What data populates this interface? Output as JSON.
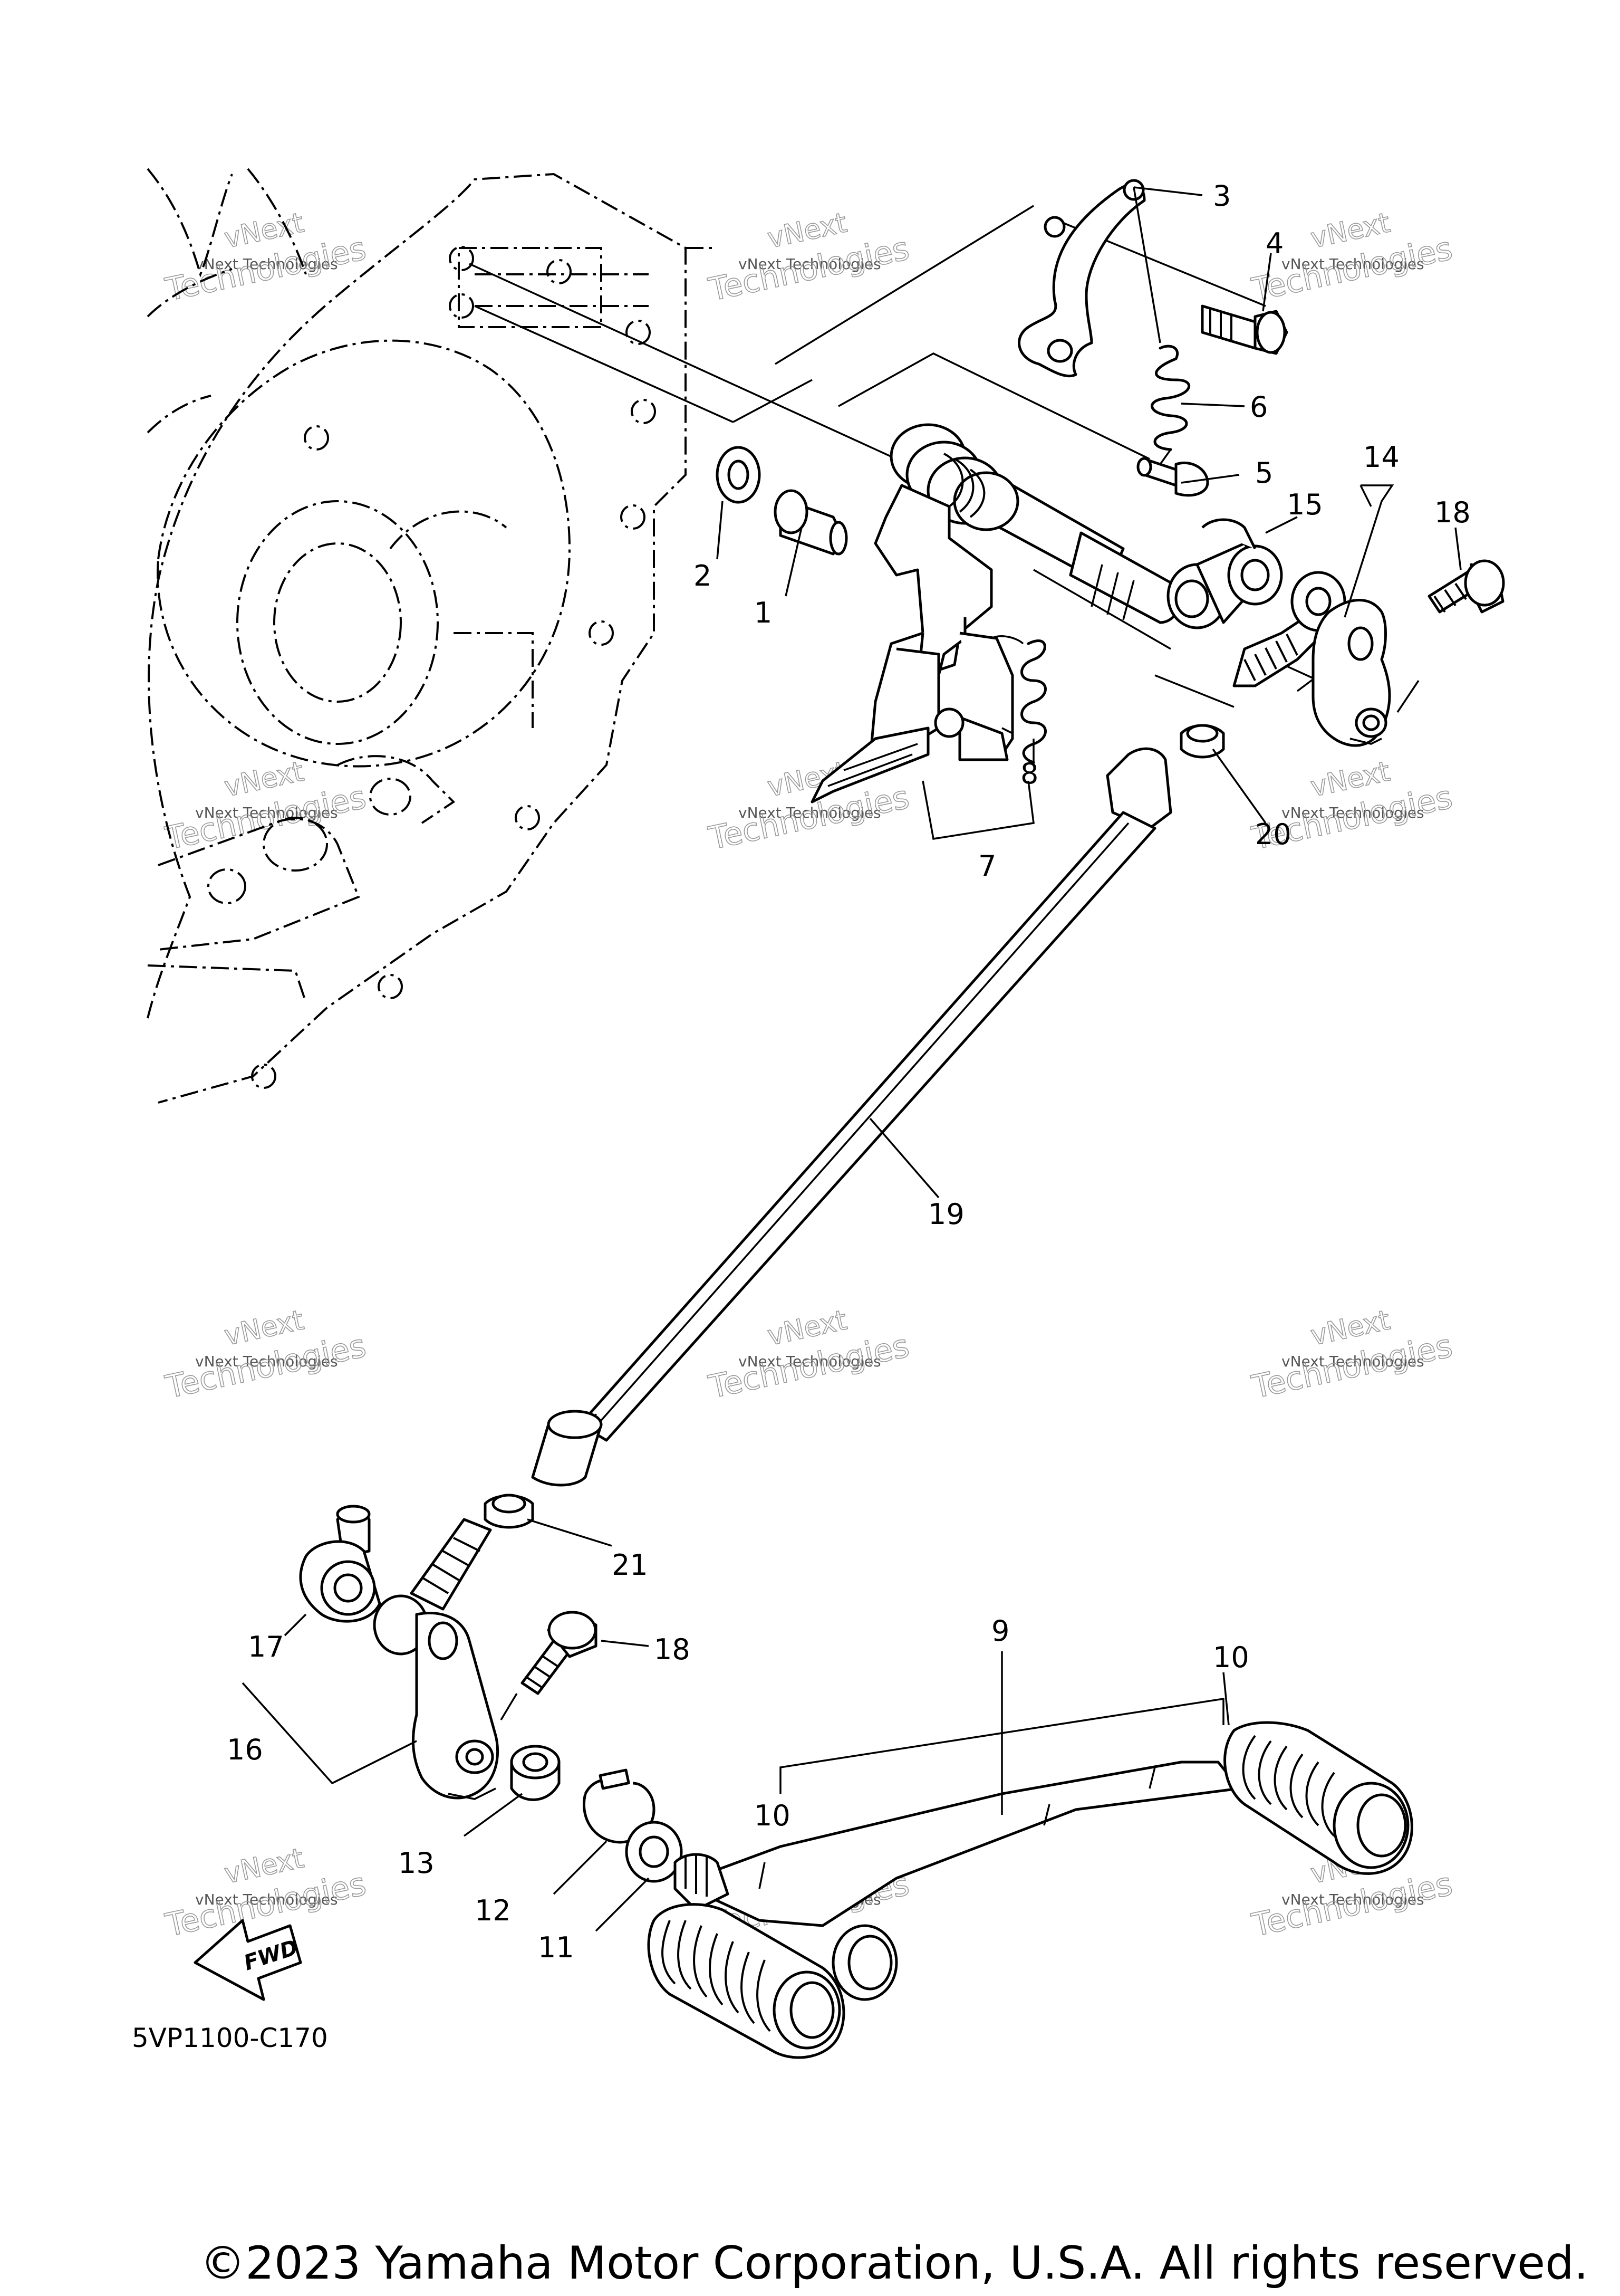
{
  "diagram": {
    "diagram_code": "5VP1100-C170",
    "copyright": "©2023 Yamaha Motor Corporation, U.S.A. All rights reserved.",
    "fwd_label": "FWD",
    "watermark": {
      "line1": "vNext Technologies",
      "line2": "vNext",
      "line3": "Technologies"
    },
    "callouts": [
      {
        "id": "c1",
        "label": "1"
      },
      {
        "id": "c2",
        "label": "2"
      },
      {
        "id": "c3",
        "label": "3"
      },
      {
        "id": "c4",
        "label": "4"
      },
      {
        "id": "c5",
        "label": "5"
      },
      {
        "id": "c6",
        "label": "6"
      },
      {
        "id": "c7",
        "label": "7"
      },
      {
        "id": "c8",
        "label": "8"
      },
      {
        "id": "c9",
        "label": "9"
      },
      {
        "id": "c10a",
        "label": "10"
      },
      {
        "id": "c10b",
        "label": "10"
      },
      {
        "id": "c11",
        "label": "11"
      },
      {
        "id": "c12",
        "label": "12"
      },
      {
        "id": "c13",
        "label": "13"
      },
      {
        "id": "c14",
        "label": "14"
      },
      {
        "id": "c15",
        "label": "15"
      },
      {
        "id": "c16",
        "label": "16"
      },
      {
        "id": "c17",
        "label": "17"
      },
      {
        "id": "c18a",
        "label": "18"
      },
      {
        "id": "c18b",
        "label": "18"
      },
      {
        "id": "c19",
        "label": "19"
      },
      {
        "id": "c20",
        "label": "20"
      },
      {
        "id": "c21",
        "label": "21"
      }
    ]
  }
}
